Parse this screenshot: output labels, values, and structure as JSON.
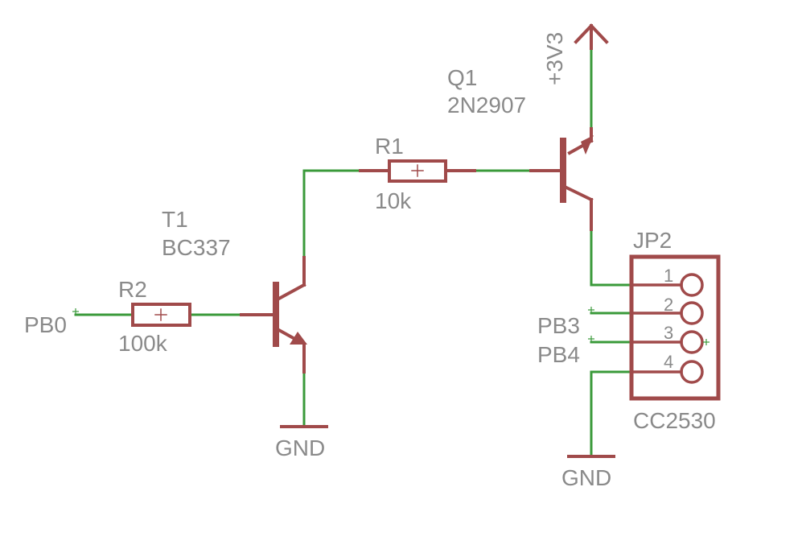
{
  "colors": {
    "wire": "#3a9a3a",
    "symbol": "#a04a4a",
    "text": "#8a8a8a",
    "background": "#ffffff"
  },
  "labels": {
    "q1_name": "Q1",
    "q1_value": "2N2907",
    "r1_name": "R1",
    "r1_value": "10k",
    "t1_name": "T1",
    "t1_value": "BC337",
    "r2_name": "R2",
    "r2_value": "100k",
    "supply": "+3V3",
    "gnd_left": "GND",
    "gnd_right": "GND",
    "net_pb0": "PB0",
    "net_pb3": "PB3",
    "net_pb4": "PB4",
    "jp2_name": "JP2",
    "jp2_value": "CC2530",
    "pin1": "1",
    "pin2": "2",
    "pin3": "3",
    "pin4": "4"
  }
}
